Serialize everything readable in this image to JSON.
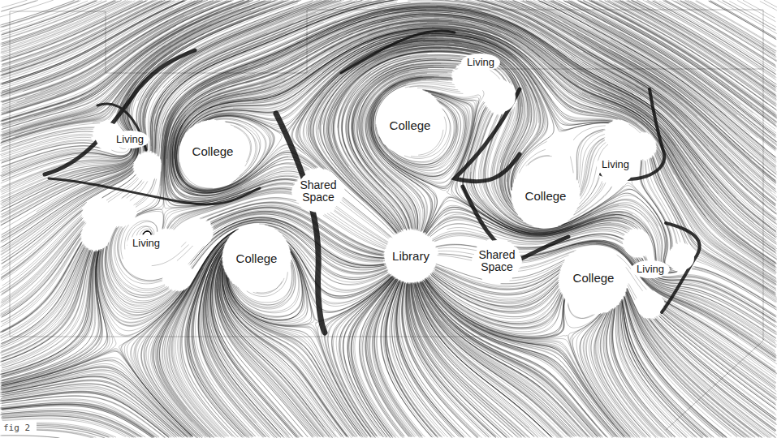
{
  "diagram": {
    "caption": "fig 2",
    "nodes": [
      {
        "text": [
          "Living"
        ]
      },
      {
        "text": [
          "College"
        ]
      },
      {
        "text": [
          "Living"
        ]
      },
      {
        "text": [
          "College"
        ]
      },
      {
        "text": [
          "Living"
        ]
      },
      {
        "text": [
          "Shared Space"
        ]
      },
      {
        "text": [
          "College"
        ]
      },
      {
        "text": [
          "Living"
        ]
      },
      {
        "text": [
          "Library"
        ]
      },
      {
        "text": [
          "College"
        ]
      },
      {
        "text": [
          "Shared Space"
        ]
      },
      {
        "text": [
          "Living"
        ]
      },
      {
        "text": [
          "College"
        ]
      }
    ]
  }
}
